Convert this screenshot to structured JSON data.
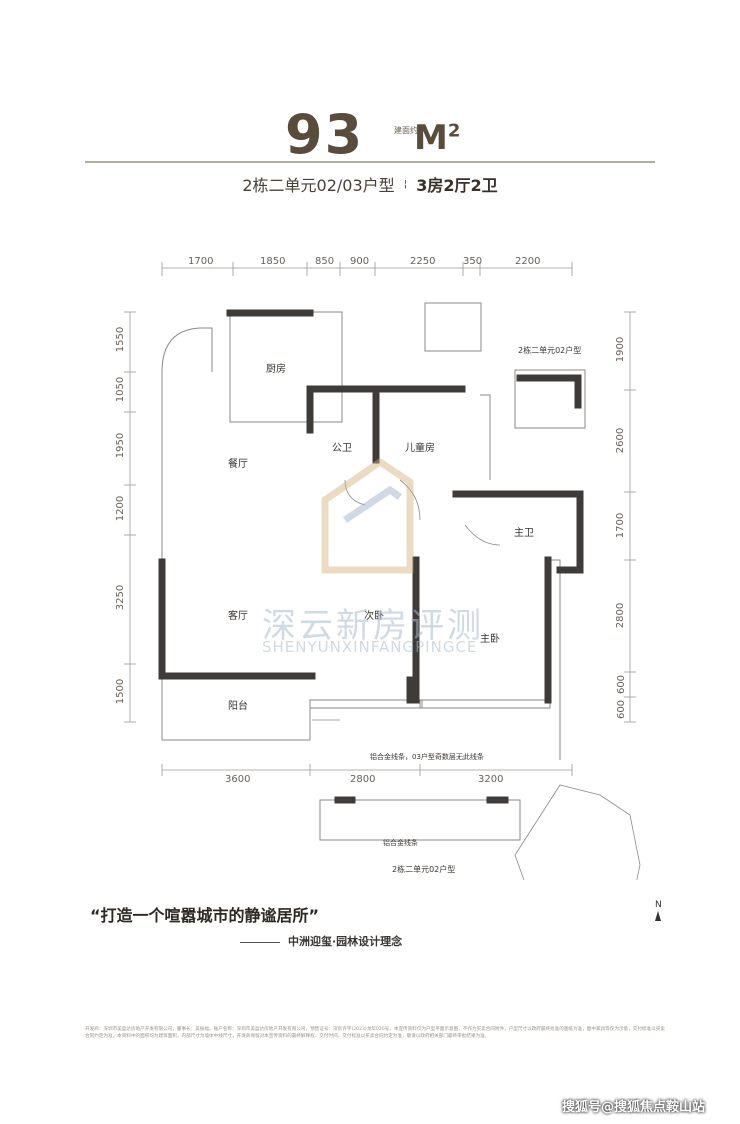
{
  "header": {
    "area_number": "93",
    "area_unit": "M",
    "area_unit_sup": "2",
    "area_note": "建面约",
    "unit_label": "2栋二单元02/03户型",
    "separator": "¦",
    "layout_label": "3房2厅2卫"
  },
  "dimensions": {
    "top": [
      "1700",
      "1850",
      "850",
      "900",
      "2250",
      "350",
      "2200"
    ],
    "bottom": [
      "3600",
      "2800",
      "3200"
    ],
    "left": [
      "1550",
      "1050",
      "1950",
      "1200",
      "3250",
      "1500"
    ],
    "right": [
      "1900",
      "2600",
      "1700",
      "2800",
      "600",
      "600"
    ]
  },
  "rooms": {
    "kitchen": "厨房",
    "dining": "餐厅",
    "public_bath": "公卫",
    "kids_room": "儿童房",
    "master_bath": "主卫",
    "living": "客厅",
    "second_bed": "次卧",
    "master_bed": "主卧",
    "balcony": "阳台"
  },
  "annotations": {
    "variant_02_right": "2栋二单元02户型",
    "variant_02_bottom": "2栋二单元02户型",
    "trim_note": "铝合金线条，03户型奇数层无此线条",
    "trim_note_bottom": "铝合金线条"
  },
  "watermark": {
    "cn": "深云新房评测",
    "en": "SHENYUNXINFANGPINGCE"
  },
  "slogan": {
    "quote": "“打造一个喧嚣城市的静谧居所”",
    "sub": "中洲迎玺·园林设计理念"
  },
  "compass": "N",
  "fine_print": "开发商：深圳市美盈达房地产开发有限公司，董事长：吴振福，账户名称：深圳市美盈达房地产开发有限公司，预售证号：深房许字(2023)龙华020号，本宣传资料仅为户型平面示意图，不作为买卖合同附件，户型尺寸以政府最终批准的图纸为准，图中家具等仅为示意，交付标准以买卖合同约定为准，本资料中的面积均为建筑面积，内部尺寸为墙体中线尺寸，开发商保留对本宣传资料的最终解释权，交付时间、交付标准以买卖合同约定为准，敬请以政府相关部门最终审批结果为准。",
  "footer": {
    "sohu": "搜狐号@搜狐焦点鞍山站"
  },
  "colors": {
    "wall": "#3f3b38",
    "accent": "#5a4c3c",
    "line": "#8c8c8c",
    "watermark": "#aab9d2"
  }
}
